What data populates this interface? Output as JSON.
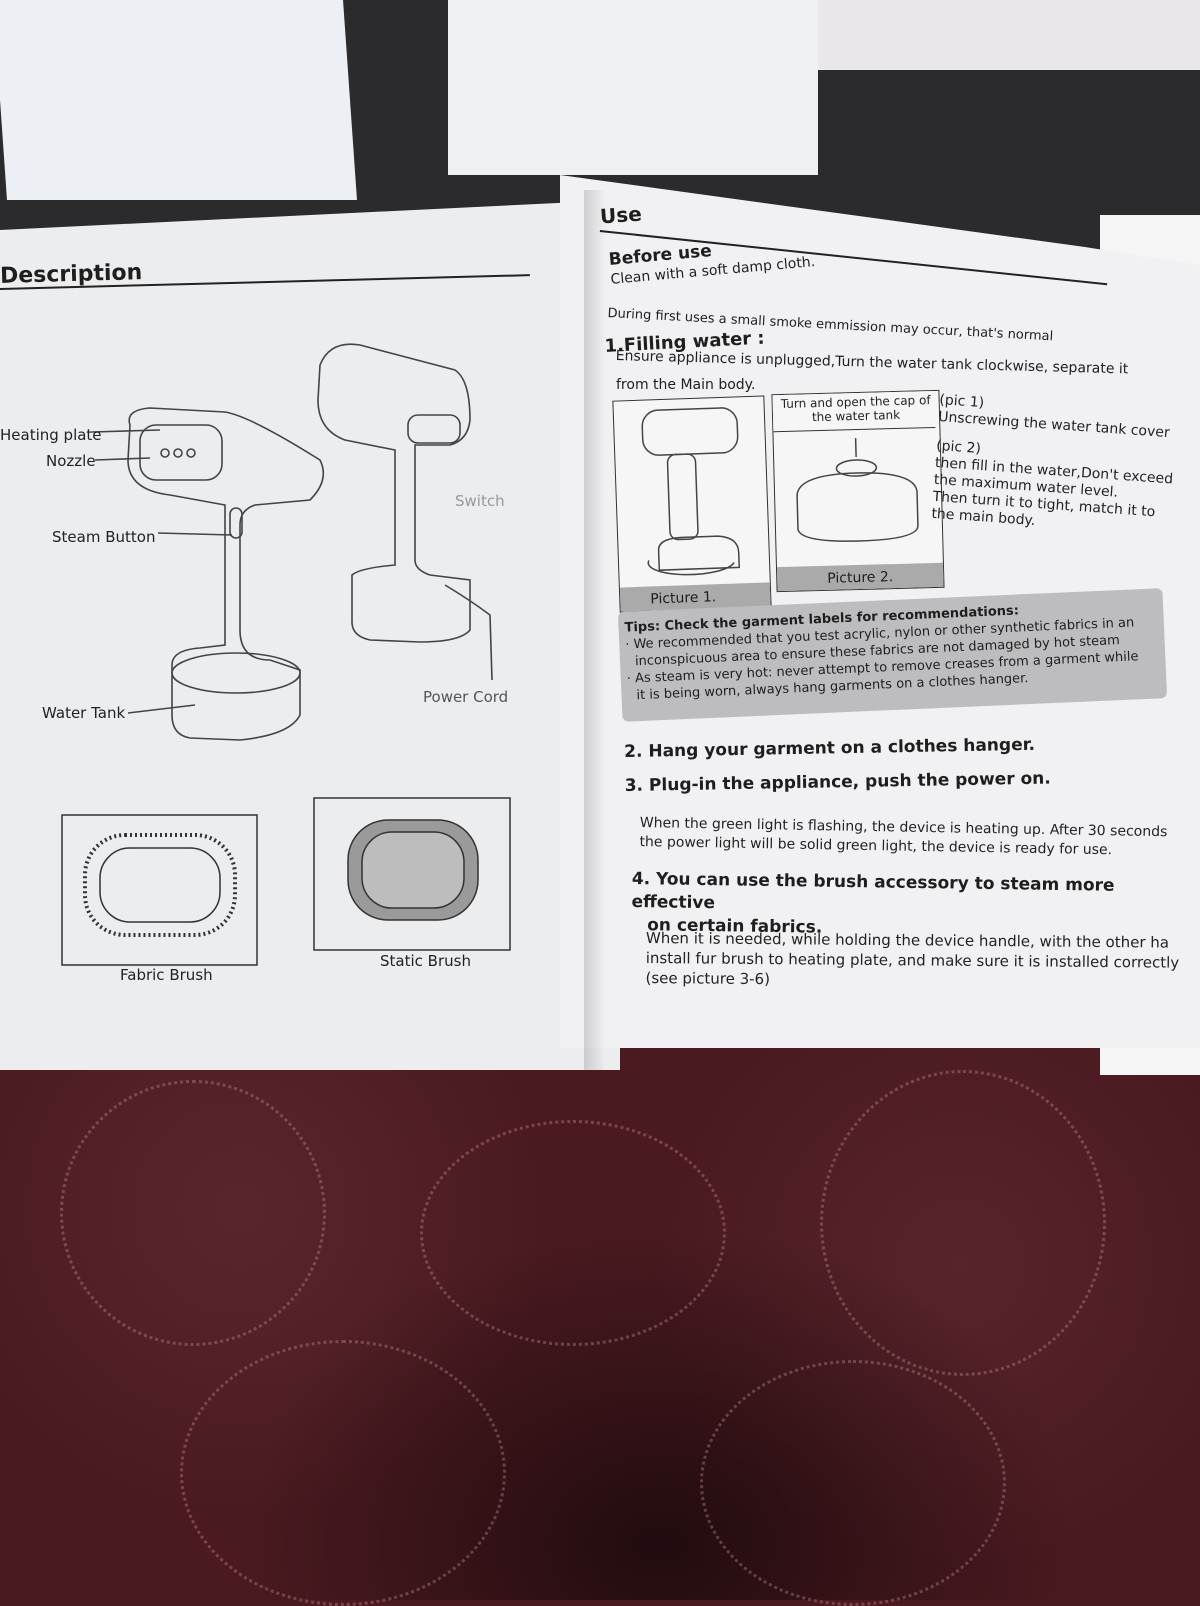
{
  "left_page": {
    "heading": "Description",
    "labels": {
      "heating_plate": "Heating plate",
      "nozzle": "Nozzle",
      "steam_button": "Steam Button",
      "switch": "Switch",
      "water_tank": "Water Tank",
      "power_cord": "Power Cord",
      "fabric_brush": "Fabric Brush",
      "static_brush": "Static Brush"
    }
  },
  "right_page": {
    "heading": "Use",
    "before_use": {
      "title": "Before use",
      "line1": "Clean with a soft damp cloth.",
      "line2": "During first uses a small smoke emmission may occur, that's normal"
    },
    "filling": {
      "title": "1.Filling water :",
      "line1": "Ensure appliance is unplugged,Turn the water tank clockwise, separate it",
      "line2": "from the Main body.",
      "pic2_caption": "Turn and open the cap of the water tank",
      "picture1": "Picture 1.",
      "picture2": "Picture 2.",
      "pic1_ref": "(pic 1)",
      "pic1_text": "Unscrewing the water tank cover",
      "pic2_ref": "(pic 2)",
      "pic2_line1": "then fill in the water,Don't exceed",
      "pic2_line2": "the maximum water level.",
      "pic2_line3": "Then turn it to tight, match it to",
      "pic2_line4": "the main body."
    },
    "tips": {
      "line1": "Tips: Check the garment labels for recommendations:",
      "line2": "· We recommended that you test acrylic, nylon or other synthetic fabrics in an",
      "line3": "inconspicuous area to ensure these fabrics are not damaged by hot steam",
      "line4": "· As steam is very hot: never attempt to remove creases from a garment while",
      "line5": "it is being worn, always hang garments on a clothes hanger."
    },
    "steps": {
      "s2": "2. Hang your garment on a clothes hanger.",
      "s3": "3. Plug-in the appliance, push the power on.",
      "s3_l1": "When the green light is flashing, the device is heating up. After 30 seconds",
      "s3_l2": "the power light will be solid green light, the device is ready for use.",
      "s4_l1": "4. You can use the brush accessory to steam more effective",
      "s4_l2": "on certain fabrics.",
      "s4_d1": "When it is needed, while holding the device handle, with the other ha",
      "s4_d2": "install fur brush to heating plate, and make sure it is installed correctly",
      "s4_d3": "(see picture 3-6)"
    }
  }
}
